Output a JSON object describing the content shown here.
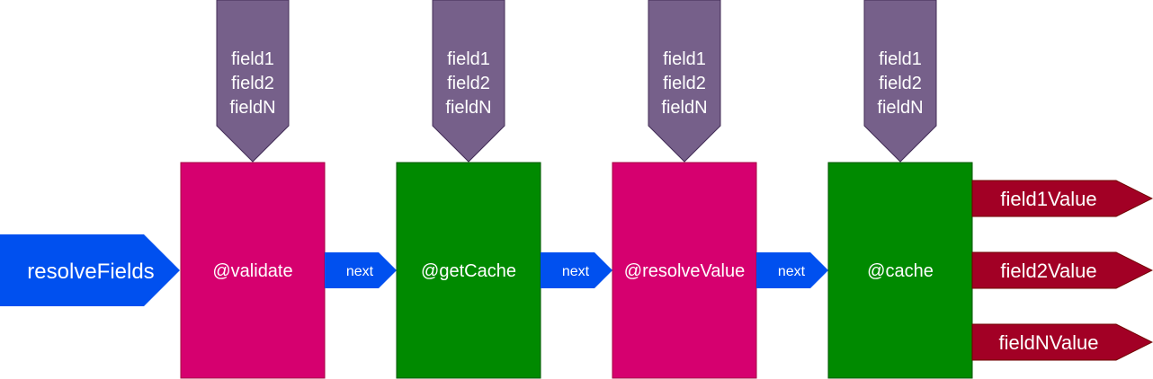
{
  "colors": {
    "magenta": "#d6006f",
    "green": "#008a00",
    "purple": "#76608a",
    "blue": "#0050ef",
    "crimson": "#a20025",
    "text": "#ffffff"
  },
  "input": {
    "label": "resolveFields"
  },
  "stages": [
    {
      "label": "@validate",
      "color": "magenta",
      "fields": [
        "field1",
        "field2",
        "fieldN"
      ]
    },
    {
      "label": "@getCache",
      "color": "green",
      "fields": [
        "field1",
        "field2",
        "fieldN"
      ]
    },
    {
      "label": "@resolveValue",
      "color": "magenta",
      "fields": [
        "field1",
        "field2",
        "fieldN"
      ]
    },
    {
      "label": "@cache",
      "color": "green",
      "fields": [
        "field1",
        "field2",
        "fieldN"
      ]
    }
  ],
  "connectors": [
    {
      "label": "next"
    },
    {
      "label": "next"
    },
    {
      "label": "next"
    }
  ],
  "outputs": [
    {
      "label": "field1Value"
    },
    {
      "label": "field2Value"
    },
    {
      "label": "fieldNValue"
    }
  ]
}
